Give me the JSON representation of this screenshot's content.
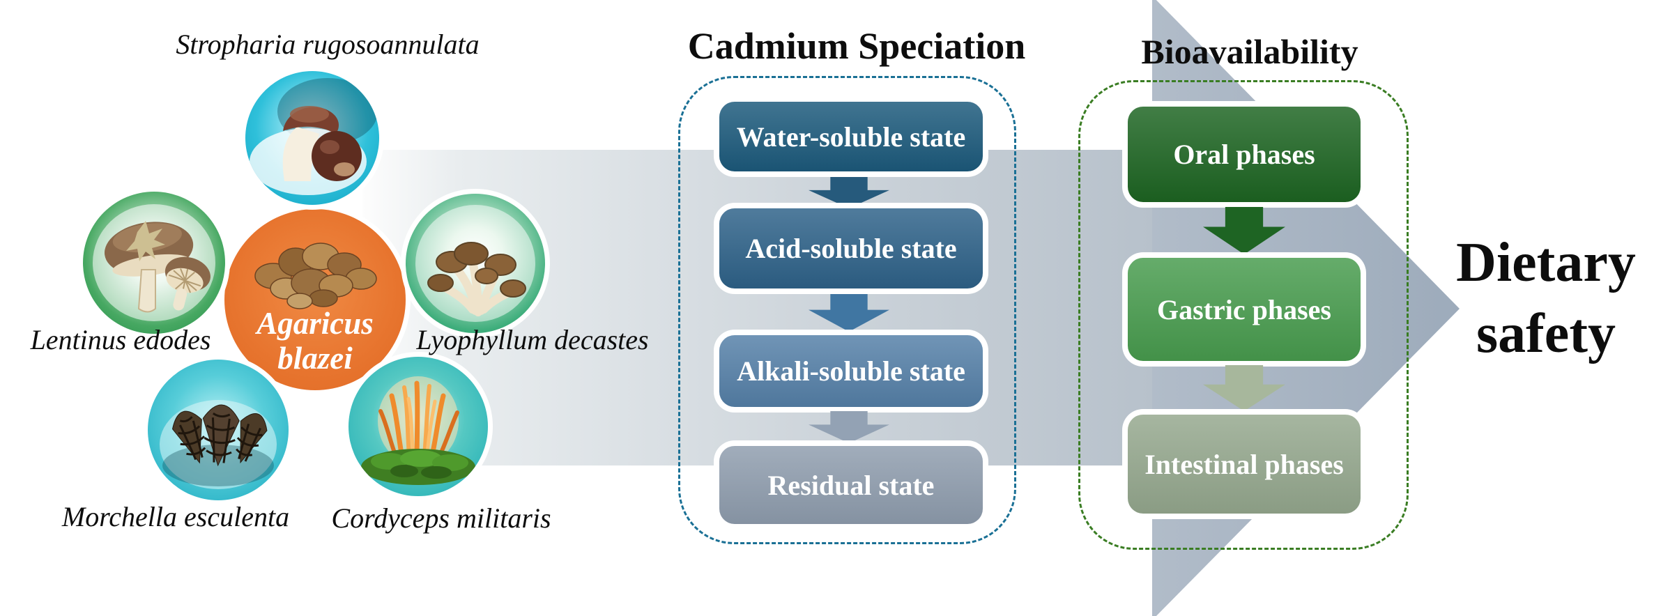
{
  "titles": {
    "speciation": "Cadmium Speciation",
    "bioavailability": "Bioavailability"
  },
  "outcome": {
    "line1": "Dietary",
    "line2": "safety"
  },
  "mushrooms": {
    "stropharia": {
      "label": "Stropharia rugosoannulata"
    },
    "lentinus": {
      "label": "Lentinus edodes"
    },
    "agaricus": {
      "line1": "Agaricus",
      "line2": "blazei"
    },
    "lyophyllum": {
      "label": "Lyophyllum decastes"
    },
    "morchella": {
      "label": "Morchella esculenta"
    },
    "cordyceps": {
      "label": "Cordyceps militaris"
    }
  },
  "speciation_steps": [
    {
      "label": "Water-soluble state",
      "color": "#1c5a7c"
    },
    {
      "label": "Acid-soluble state",
      "color": "#2e6289"
    },
    {
      "label": "Alkali-soluble state",
      "color": "#5580a8"
    },
    {
      "label": "Residual state",
      "color": "#8f9dae"
    }
  ],
  "bioavailability_steps": [
    {
      "label": "Oral phases",
      "color": "#1d6522"
    },
    {
      "label": "Gastric phases",
      "color": "#489c4e"
    },
    {
      "label": "Intestinal phases",
      "color": "#95a88e"
    }
  ],
  "colors": {
    "speciation_panel_border": "#1a7095",
    "bioavailability_panel_border": "#3a7d23",
    "flow_arrow_shaft": "#cfd6dc",
    "flow_arrow_head": "#a8b5c3",
    "circle_stropharia": "#2fc0da",
    "circle_lentinus": "#2f9e56",
    "circle_agaricus": "#e7742e",
    "circle_lyophyllum": "#2ba57b",
    "circle_morchella": "#25b6c8",
    "circle_cordyceps": "#27b3ac"
  }
}
